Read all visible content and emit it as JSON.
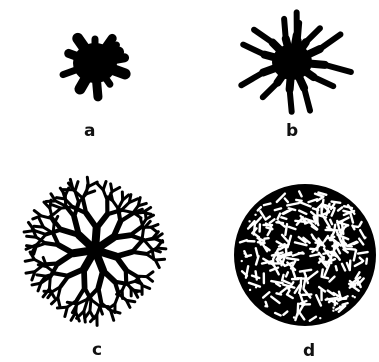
{
  "panels": [
    {
      "id": "a",
      "label": "a"
    },
    {
      "id": "b",
      "label": "b"
    },
    {
      "id": "c",
      "label": "c"
    },
    {
      "id": "d",
      "label": "d"
    }
  ],
  "colors": {
    "ink": "#000000",
    "background": "#ffffff"
  }
}
